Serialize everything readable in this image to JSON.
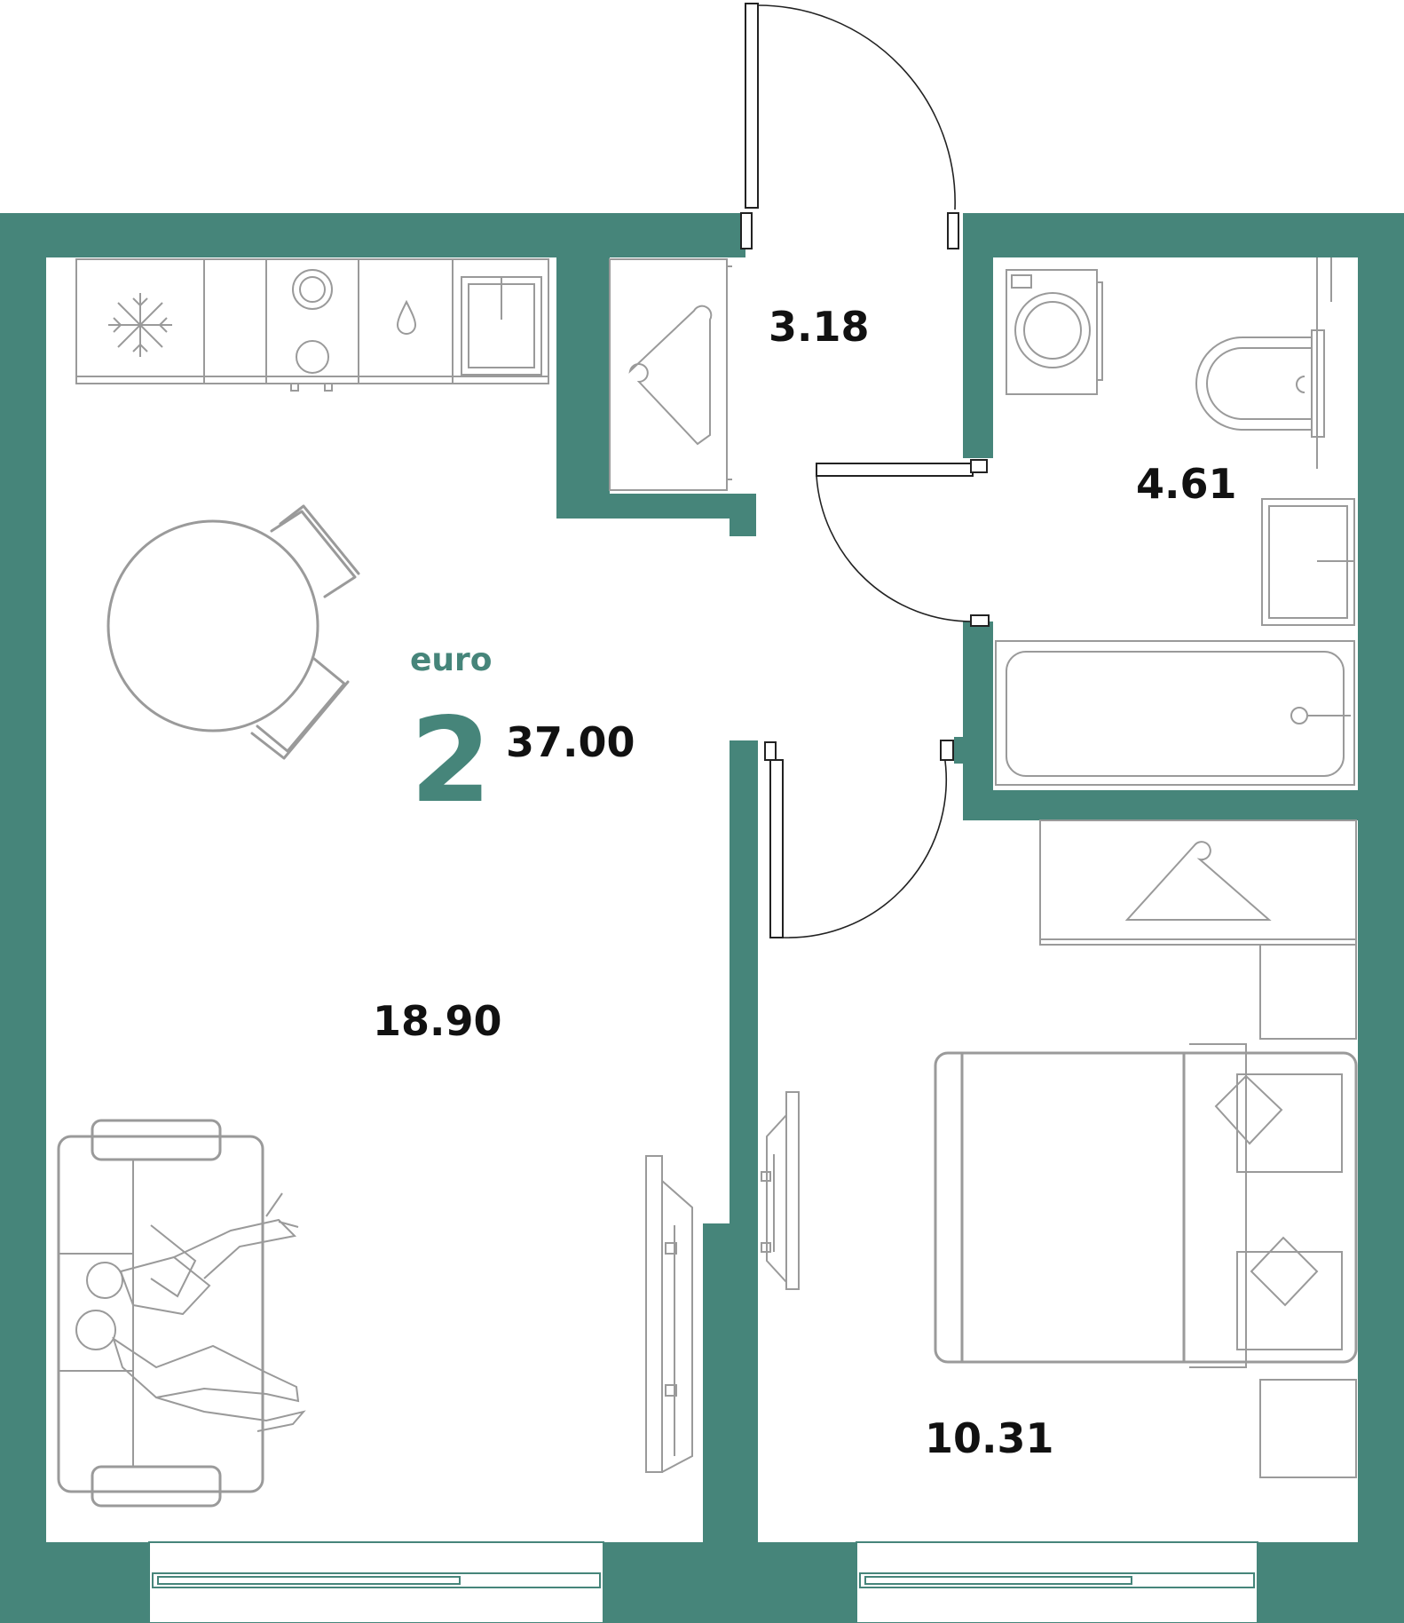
{
  "plan": {
    "type_label": "euro",
    "rooms_count": "2",
    "total_area": "37.00",
    "rooms": {
      "living": "18.90",
      "hall": "3.18",
      "bathroom": "4.61",
      "bedroom": "10.31"
    }
  },
  "colors": {
    "wall": "#46857a",
    "furniture": "#9a9a9a",
    "label": "#111111"
  },
  "icons": [
    "fridge-snowflake-icon",
    "stove-icon",
    "water-drop-icon",
    "hanger-icon",
    "washing-machine-icon",
    "toilet-icon",
    "sink-icon",
    "bathtub-icon",
    "dining-table-icon",
    "sofa-icon",
    "bed-icon",
    "tv-icon"
  ]
}
